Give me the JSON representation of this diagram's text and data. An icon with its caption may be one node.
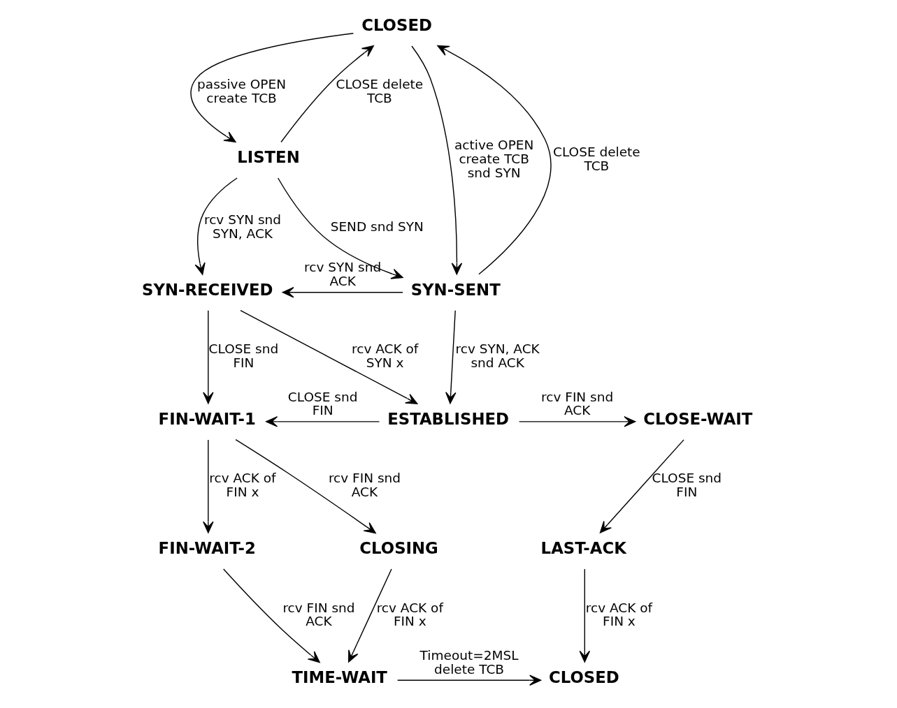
{
  "diagram": {
    "nodes": [
      {
        "text": [
          "CLOSED"
        ]
      },
      {
        "text": [
          "LISTEN"
        ]
      },
      {
        "text": [
          "SYN-RECEIVED"
        ]
      },
      {
        "text": [
          "SYN-SENT"
        ]
      },
      {
        "text": [
          "ESTABLISHED"
        ]
      },
      {
        "text": [
          "FIN-WAIT-1"
        ]
      },
      {
        "text": [
          "CLOSE-WAIT"
        ]
      },
      {
        "text": [
          "FIN-WAIT-2"
        ]
      },
      {
        "text": [
          "CLOSING"
        ]
      },
      {
        "text": [
          "LAST-ACK"
        ]
      },
      {
        "text": [
          "TIME-WAIT"
        ]
      },
      {
        "text": [
          "CLOSED"
        ]
      }
    ],
    "edges": [
      {
        "from": 0,
        "to": 1,
        "arrow": "to",
        "label": "passive OPEN create TCB"
      },
      {
        "from": 1,
        "to": 0,
        "arrow": "to",
        "label": "CLOSE delete TCB"
      },
      {
        "from": 0,
        "to": 3,
        "arrow": "to",
        "label": "active OPEN create TCB snd SYN"
      },
      {
        "from": 3,
        "to": 0,
        "arrow": "to",
        "label": "CLOSE delete TCB"
      },
      {
        "from": 1,
        "to": 2,
        "arrow": "to",
        "label": "rcv SYN snd SYN, ACK"
      },
      {
        "from": 1,
        "to": 3,
        "arrow": "to",
        "label": "SEND snd SYN"
      },
      {
        "from": 3,
        "to": 2,
        "arrow": "to",
        "label": "rcv SYN snd ACK"
      },
      {
        "from": 2,
        "to": 4,
        "arrow": "to",
        "label": "rcv ACK of SYN x"
      },
      {
        "from": 3,
        "to": 4,
        "arrow": "to",
        "label": "rcv SYN, ACK snd ACK"
      },
      {
        "from": 2,
        "to": 5,
        "arrow": "to",
        "label": "CLOSE snd FIN"
      },
      {
        "from": 4,
        "to": 5,
        "arrow": "to",
        "label": "CLOSE snd FIN"
      },
      {
        "from": 4,
        "to": 6,
        "arrow": "to",
        "label": "rcv FIN snd ACK"
      },
      {
        "from": 5,
        "to": 7,
        "arrow": "to",
        "label": "rcv ACK of FIN x"
      },
      {
        "from": 5,
        "to": 8,
        "arrow": "to",
        "label": "rcv FIN snd ACK"
      },
      {
        "from": 6,
        "to": 9,
        "arrow": "to",
        "label": "CLOSE snd FIN"
      },
      {
        "from": 7,
        "to": 10,
        "arrow": "to",
        "label": "rcv FIN snd ACK"
      },
      {
        "from": 8,
        "to": 10,
        "arrow": "to",
        "label": "rcv ACK of FIN x"
      },
      {
        "from": 9,
        "to": 11,
        "arrow": "to",
        "label": "rcv ACK of FIN x"
      },
      {
        "from": 10,
        "to": 11,
        "arrow": "to",
        "label": "Timeout=2MSL delete TCB"
      }
    ]
  }
}
